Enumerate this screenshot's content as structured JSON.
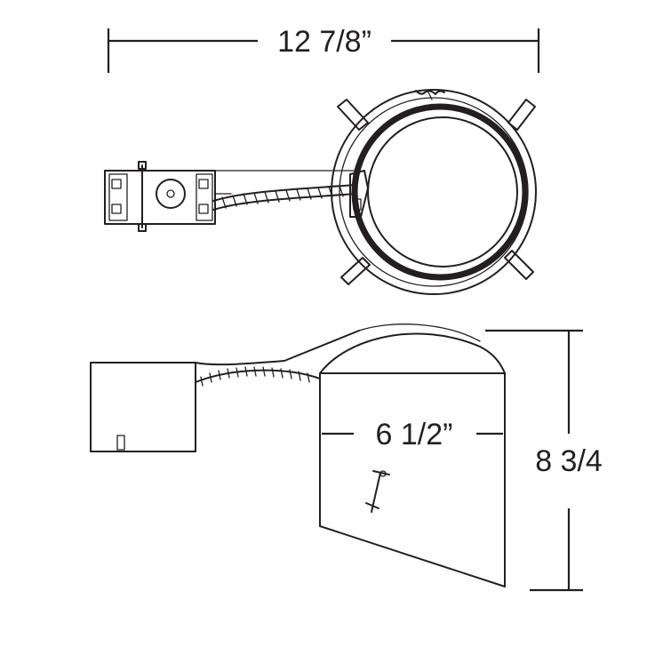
{
  "dimensions": {
    "overall_width": "12 7/8”",
    "aperture_width": "6 1/2”",
    "height": "8 3/4"
  },
  "colors": {
    "line": "#231f20",
    "background": "#ffffff"
  }
}
